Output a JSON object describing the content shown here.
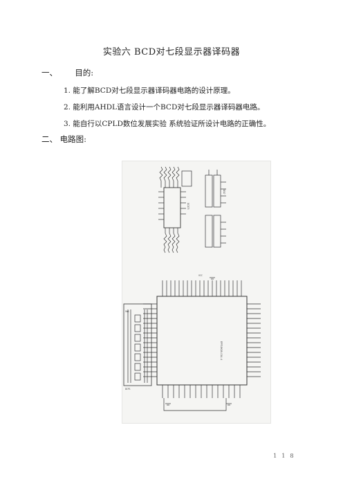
{
  "document": {
    "title": "实验六  BCD对七段显示器译码器",
    "sections": [
      {
        "number": "一、",
        "heading": "目的:",
        "items": [
          {
            "num": "1.",
            "text": "能了解BCD对七段显示器译码器电路的设计原理。"
          },
          {
            "num": "2.",
            "text": "能利用AHDL语言设计一个BCD对七段显示器译码器电路。"
          },
          {
            "num": "3.",
            "text": "能自行以CPLD数位发展实验  系统验证所设计电路的正确性。"
          }
        ]
      },
      {
        "number": "二、",
        "heading": "电路图:"
      }
    ],
    "page_number": "1 1 8"
  },
  "schematic": {
    "description_labels": {
      "chip": "EPF10K10LC84-4",
      "decoder": "DCD75",
      "display": "SEG7",
      "switch": "SW1",
      "dip": "DIP1",
      "vcc": "VCC"
    }
  }
}
